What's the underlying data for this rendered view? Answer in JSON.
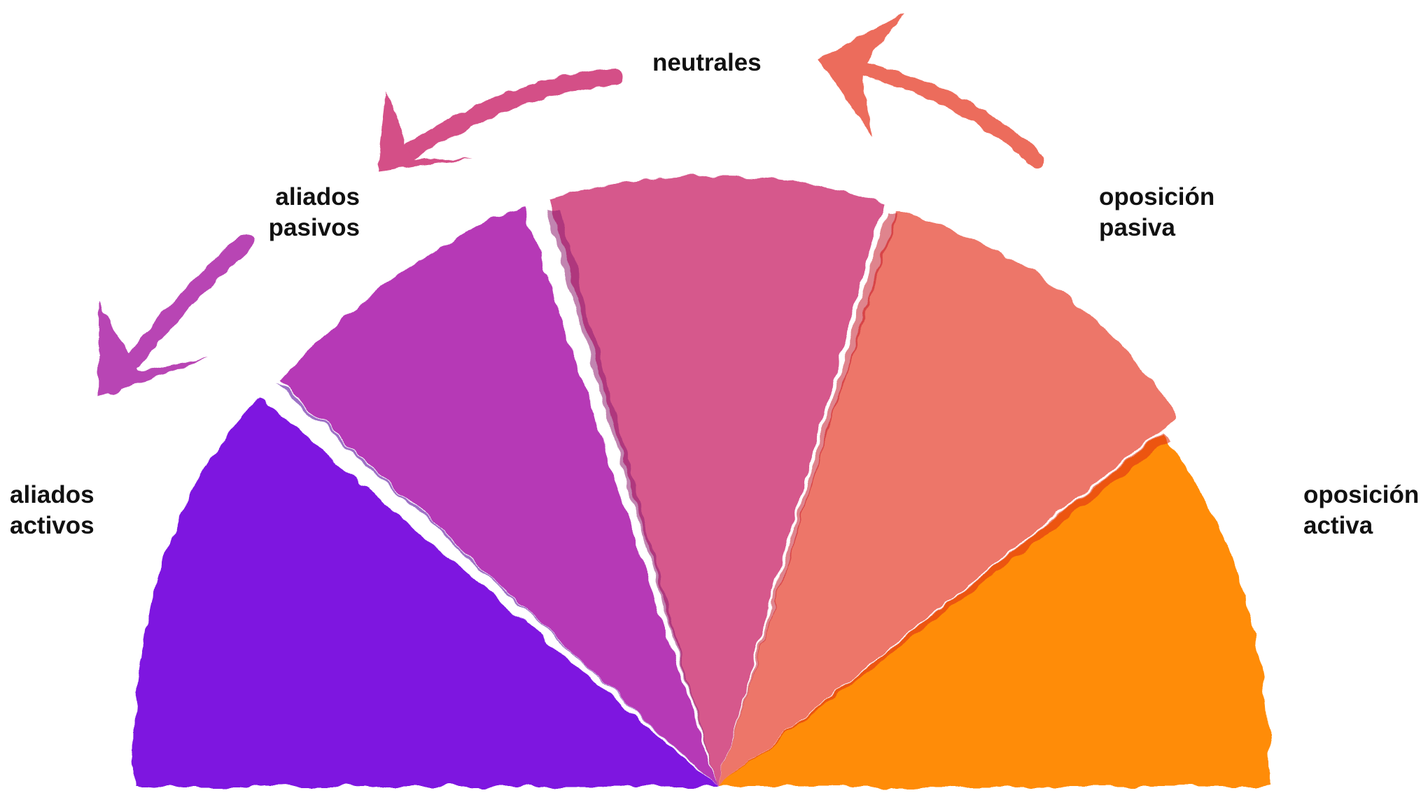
{
  "spectrum": {
    "segments": [
      {
        "key": "aliados-activos",
        "label_lines": [
          "aliados",
          "activos"
        ],
        "color": "#7E17E0"
      },
      {
        "key": "aliados-pasivos",
        "label_lines": [
          "aliados",
          "pasivos"
        ],
        "color": "#B434B4"
      },
      {
        "key": "neutrales",
        "label_lines": [
          "neutrales"
        ],
        "color": "#D44F87"
      },
      {
        "key": "oposicion-pasiva",
        "label_lines": [
          "oposición",
          "pasiva"
        ],
        "color": "#EC6C5C"
      },
      {
        "key": "oposicion-activa",
        "label_lines": [
          "oposición",
          "activa"
        ],
        "color": "#FF8800"
      }
    ],
    "arrows": [
      {
        "from": "oposicion-pasiva",
        "to": "neutrales",
        "color": "#EC6C5C"
      },
      {
        "from": "neutrales",
        "to": "aliados-pasivos",
        "color": "#D44F87"
      },
      {
        "from": "aliados-pasivos",
        "to": "aliados-activos",
        "color": "#B845B4"
      }
    ]
  }
}
